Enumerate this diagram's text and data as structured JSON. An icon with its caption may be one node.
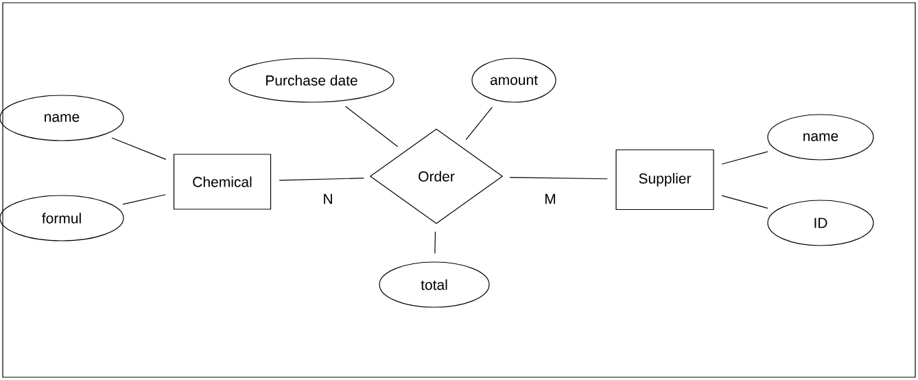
{
  "diagram": {
    "nodes": [
      {
        "text": [
          "Purchase date"
        ]
      },
      {
        "text": [
          "amount"
        ]
      },
      {
        "text": [
          "name"
        ]
      },
      {
        "text": [
          "Chemical"
        ]
      },
      {
        "text": [
          "Order"
        ]
      },
      {
        "text": [
          "Supplier"
        ]
      },
      {
        "text": [
          "name"
        ]
      },
      {
        "text": [
          "formul"
        ]
      },
      {
        "text": [
          "ID"
        ]
      },
      {
        "text": [
          "total"
        ]
      }
    ],
    "edges": [
      {
        "from": 2,
        "to": 3,
        "arrow": "none"
      },
      {
        "from": 7,
        "to": 3,
        "arrow": "none"
      },
      {
        "from": 3,
        "to": 4,
        "arrow": "none",
        "label": "N"
      },
      {
        "from": 4,
        "to": 5,
        "arrow": "none",
        "label": "M"
      },
      {
        "from": 0,
        "to": 4,
        "arrow": "none"
      },
      {
        "from": 1,
        "to": 4,
        "arrow": "none"
      },
      {
        "from": 9,
        "to": 4,
        "arrow": "none"
      },
      {
        "from": 5,
        "to": 6,
        "arrow": "none"
      },
      {
        "from": 5,
        "to": 8,
        "arrow": "none"
      }
    ]
  }
}
